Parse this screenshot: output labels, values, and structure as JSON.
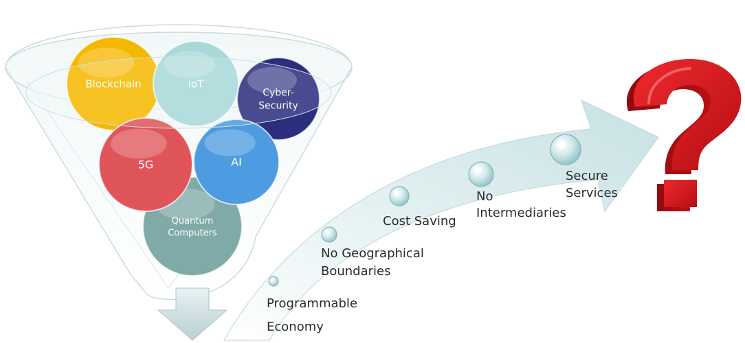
{
  "technologies": [
    {
      "id": "blockchain",
      "lines": [
        "Blockchain"
      ],
      "color": "#f5b800"
    },
    {
      "id": "iot",
      "lines": [
        "ioT"
      ],
      "color": "#a8d8d8"
    },
    {
      "id": "cybersecurity",
      "lines": [
        "Cyber-",
        "Security"
      ],
      "color": "#2a2e7d"
    },
    {
      "id": "5g",
      "lines": [
        "5G"
      ],
      "color": "#e0555a"
    },
    {
      "id": "ai",
      "lines": [
        "AI"
      ],
      "color": "#4d9be0"
    },
    {
      "id": "quantum",
      "lines": [
        "Quantum",
        "Computers"
      ],
      "color": "#7faaa8"
    }
  ],
  "steps": [
    {
      "id": "programmable-economy",
      "lines": [
        "Programmable",
        "Economy"
      ]
    },
    {
      "id": "no-geographical-boundaries",
      "lines": [
        "No Geographical",
        "Boundaries"
      ]
    },
    {
      "id": "cost-saving",
      "lines": [
        "Cost Saving"
      ]
    },
    {
      "id": "no-intermediaries",
      "lines": [
        "No",
        "Intermediaries"
      ]
    },
    {
      "id": "secure-services",
      "lines": [
        "Secure",
        "Services"
      ]
    }
  ],
  "question_mark": {
    "symbol": "?",
    "color": "#d8141b"
  }
}
